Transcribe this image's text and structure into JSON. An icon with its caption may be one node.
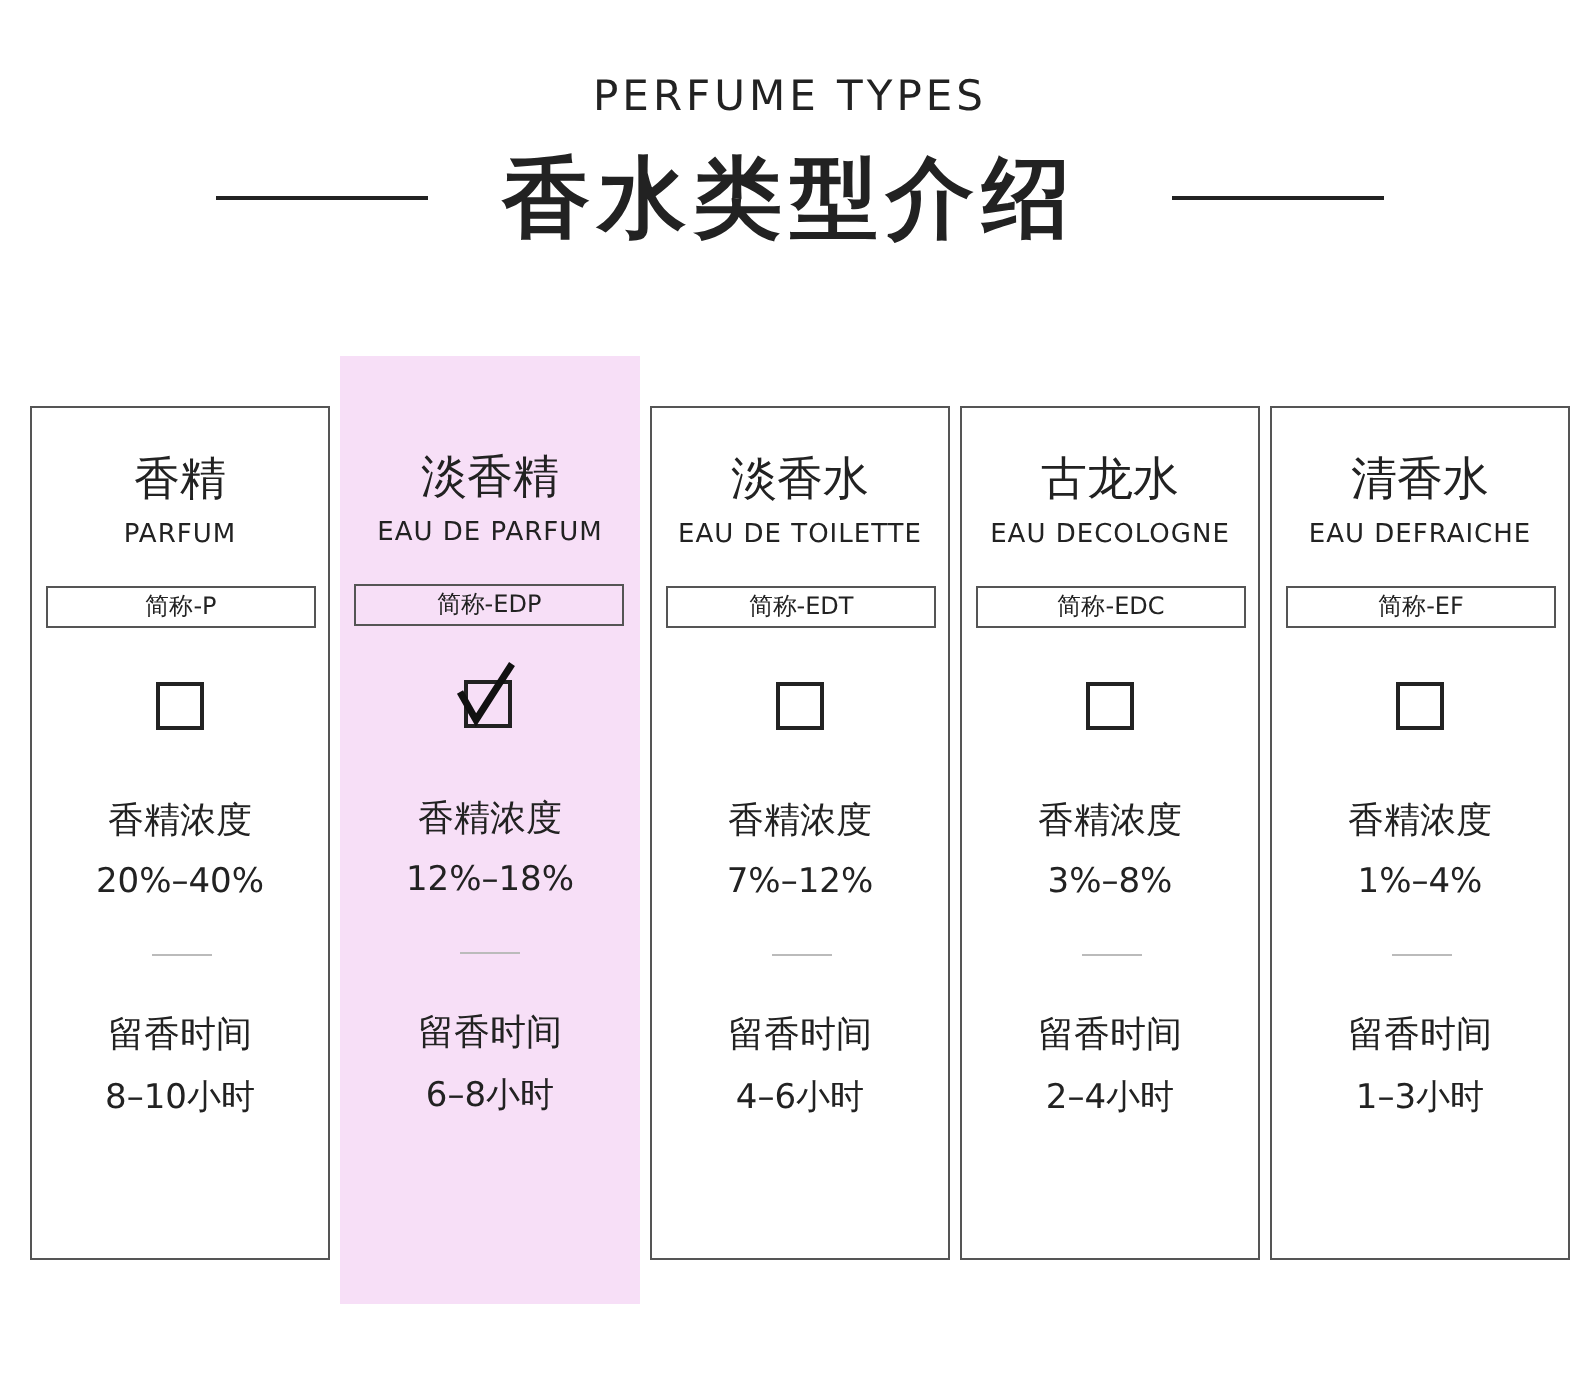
{
  "diagram": {
    "title": "香水类型介绍",
    "labels": [
      "PERFUME TYPES"
    ],
    "nodes": [
      {
        "text": [
          "香精",
          "PARFUM",
          "香精浓度",
          "20%–40%",
          "留香时间",
          "8–10小时"
        ]
      },
      {
        "text": [
          "简称-P"
        ],
        "in": 0
      },
      {
        "text": [],
        "shape": "box",
        "in": 0
      },
      {
        "text": [
          "淡香精",
          "EAU DE PARFUM",
          "香精浓度",
          "12%–18%",
          "留香时间",
          "6–8小时"
        ]
      },
      {
        "text": [
          "简称-EDP"
        ],
        "in": 3
      },
      {
        "text": [],
        "shape": "checkmark",
        "in": 3
      },
      {
        "text": [
          "淡香水",
          "EAU DE TOILETTE",
          "香精浓度",
          "7%–12%",
          "留香时间",
          "4–6小时"
        ]
      },
      {
        "text": [
          "简称-EDT"
        ],
        "in": 6
      },
      {
        "text": [],
        "shape": "box",
        "in": 6
      },
      {
        "text": [
          "古龙水",
          "EAU DECOLOGNE",
          "香精浓度",
          "3%–8%",
          "留香时间",
          "2–4小时"
        ]
      },
      {
        "text": [
          "简称-EDC"
        ],
        "in": 9
      },
      {
        "text": [],
        "shape": "box",
        "in": 9
      },
      {
        "text": [
          "清香水",
          "EAU DEFRAICHE",
          "香精浓度",
          "1%–4%",
          "留香时间",
          "1–3小时"
        ]
      },
      {
        "text": [
          "简称-EF"
        ],
        "in": 12
      },
      {
        "text": [],
        "shape": "box",
        "in": 12
      }
    ],
    "edges": []
  }
}
